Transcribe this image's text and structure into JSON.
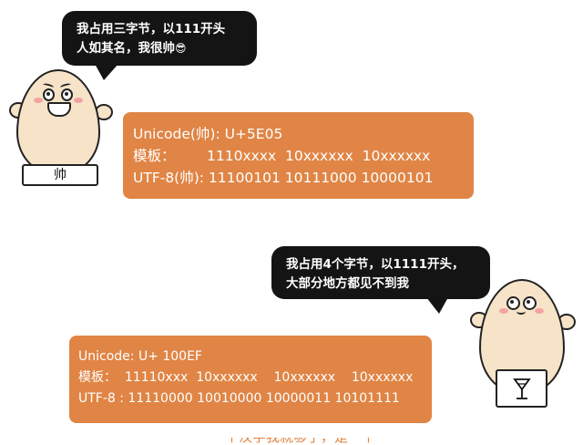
{
  "bubble_top": {
    "line1": "我占用三字节，以111开头",
    "line2": "人如其名，我很帅",
    "emoji": "😎"
  },
  "card_top": {
    "row1": "Unicode(帅): U+5E05",
    "row2": "模板：       1110xxxx  10xxxxxx  10xxxxxx",
    "row3": "UTF-8(帅): 11100101 10111000 10000101"
  },
  "sign_left": "帅",
  "bubble_bottom": {
    "line1": "我占用4个字节，以1111开头，",
    "line2": "大部分地方都见不到我"
  },
  "card_bottom": {
    "row1": "Unicode: U+ 100EF",
    "row2": "模板：  11110xxx  10xxxxxx    10xxxxxx    10xxxxxx",
    "row3": "UTF-8 : 11110000 10010000 10000011 10101111"
  },
  "sign_right": "𐃯",
  "partial_text": "一个汉字我就够了，是一个"
}
